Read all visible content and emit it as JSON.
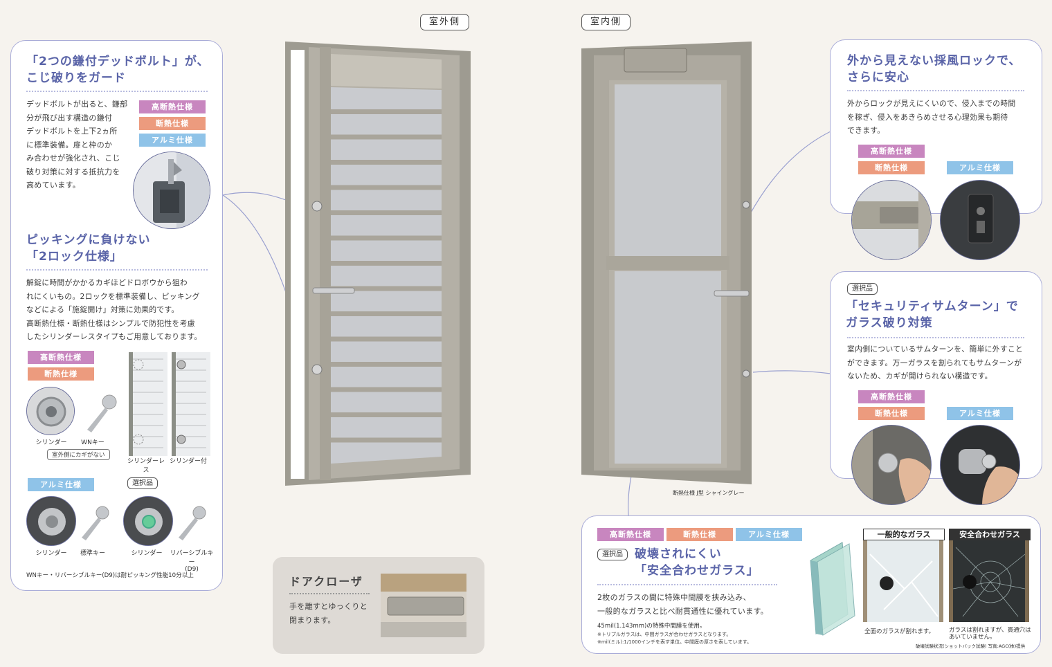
{
  "labels": {
    "outside": "室外側",
    "inside": "室内側",
    "door_caption": "断熱仕様 J型 シャイングレー"
  },
  "tags": {
    "high": "高断熱仕様",
    "insul": "断熱仕様",
    "alum": "アルミ仕様",
    "select": "選択品"
  },
  "deadbolt": {
    "title1": "「2つの鎌付デッドボルト」が、",
    "title2": "こじ破りをガード",
    "body": [
      "デッドボルトが出ると、鎌部",
      "分が飛び出す構造の鎌付",
      "デッドボルトを上下2ヵ所",
      "に標準装備。扉と枠のか",
      "み合わせが強化され、こじ",
      "破り対策に対する抵抗力を",
      "高めています。"
    ]
  },
  "picking": {
    "title1": "ピッキングに負けない",
    "title2": "「2ロック仕様」",
    "body": [
      "解錠に時間がかかるカギほどドロボウから狙わ",
      "れにくいもの。2ロックを標準装備し、ピッキング",
      "などによる「施錠開け」対策に効果的です。",
      "高断熱仕様・断熱仕様はシンプルで防犯性を考慮",
      "したシリンダーレスタイプもご用意しております。"
    ],
    "cap_cylinder": "シリンダー",
    "cap_wn": "WNキー",
    "cap_nokey": "室外側にカギがない",
    "cap_less": "シリンダーレス",
    "cap_with": "シリンダー付",
    "cap_cyl2": "シリンダー",
    "cap_std": "標準キー",
    "cap_cyl3": "シリンダー",
    "cap_rev1": "リバーシブルキー",
    "cap_rev2": "(D9)",
    "note": "WNキー・リバーシブルキー(D9)は耐ピッキング性能10分以上"
  },
  "closer": {
    "title": "ドアクローザ",
    "body": [
      "手を離すとゆっくりと",
      "閉まります。"
    ]
  },
  "ventlock": {
    "title1": "外から見えない採風ロックで、",
    "title2": "さらに安心",
    "body": [
      "外からロックが見えにくいので、侵入までの時間",
      "を稼ぎ、侵入をあきらめさせる心理効果も期待",
      "できます。"
    ]
  },
  "thumbturn": {
    "title1": "「セキュリティサムターン」で",
    "title2": "ガラス破り対策",
    "body": [
      "室内側についているサムターンを、簡単に外すこと",
      "ができます。万一ガラスを割られてもサムターンが",
      "ないため、カギが開けられない構造です。"
    ]
  },
  "glass": {
    "title1": "破壊されにくい",
    "title2": "「安全合わせガラス」",
    "body": [
      "2枚のガラスの間に特殊中間膜を挟み込み、",
      "一般的なガラスと比べ耐貫通性に優れています。"
    ],
    "spec": "45mil(1.143mm)の特殊中間膜を使用。",
    "note1": "※トリプルガラスは、中間ガラスが合わせガラスとなります。",
    "note2": "※mil(ミル):1/1000インチを表す単位。中間膜の厚さを表しています。",
    "hdr_normal": "一般的なガラス",
    "hdr_safe": "安全合わせガラス",
    "cap_normal": "全面のガラスが割れます。",
    "cap_safe1": "ガラスは割れますが、貫通穴は",
    "cap_safe2": "あいていません。",
    "credit": "破壊試験状況(ショットバック試験) 写真:AGC(株)提供"
  }
}
